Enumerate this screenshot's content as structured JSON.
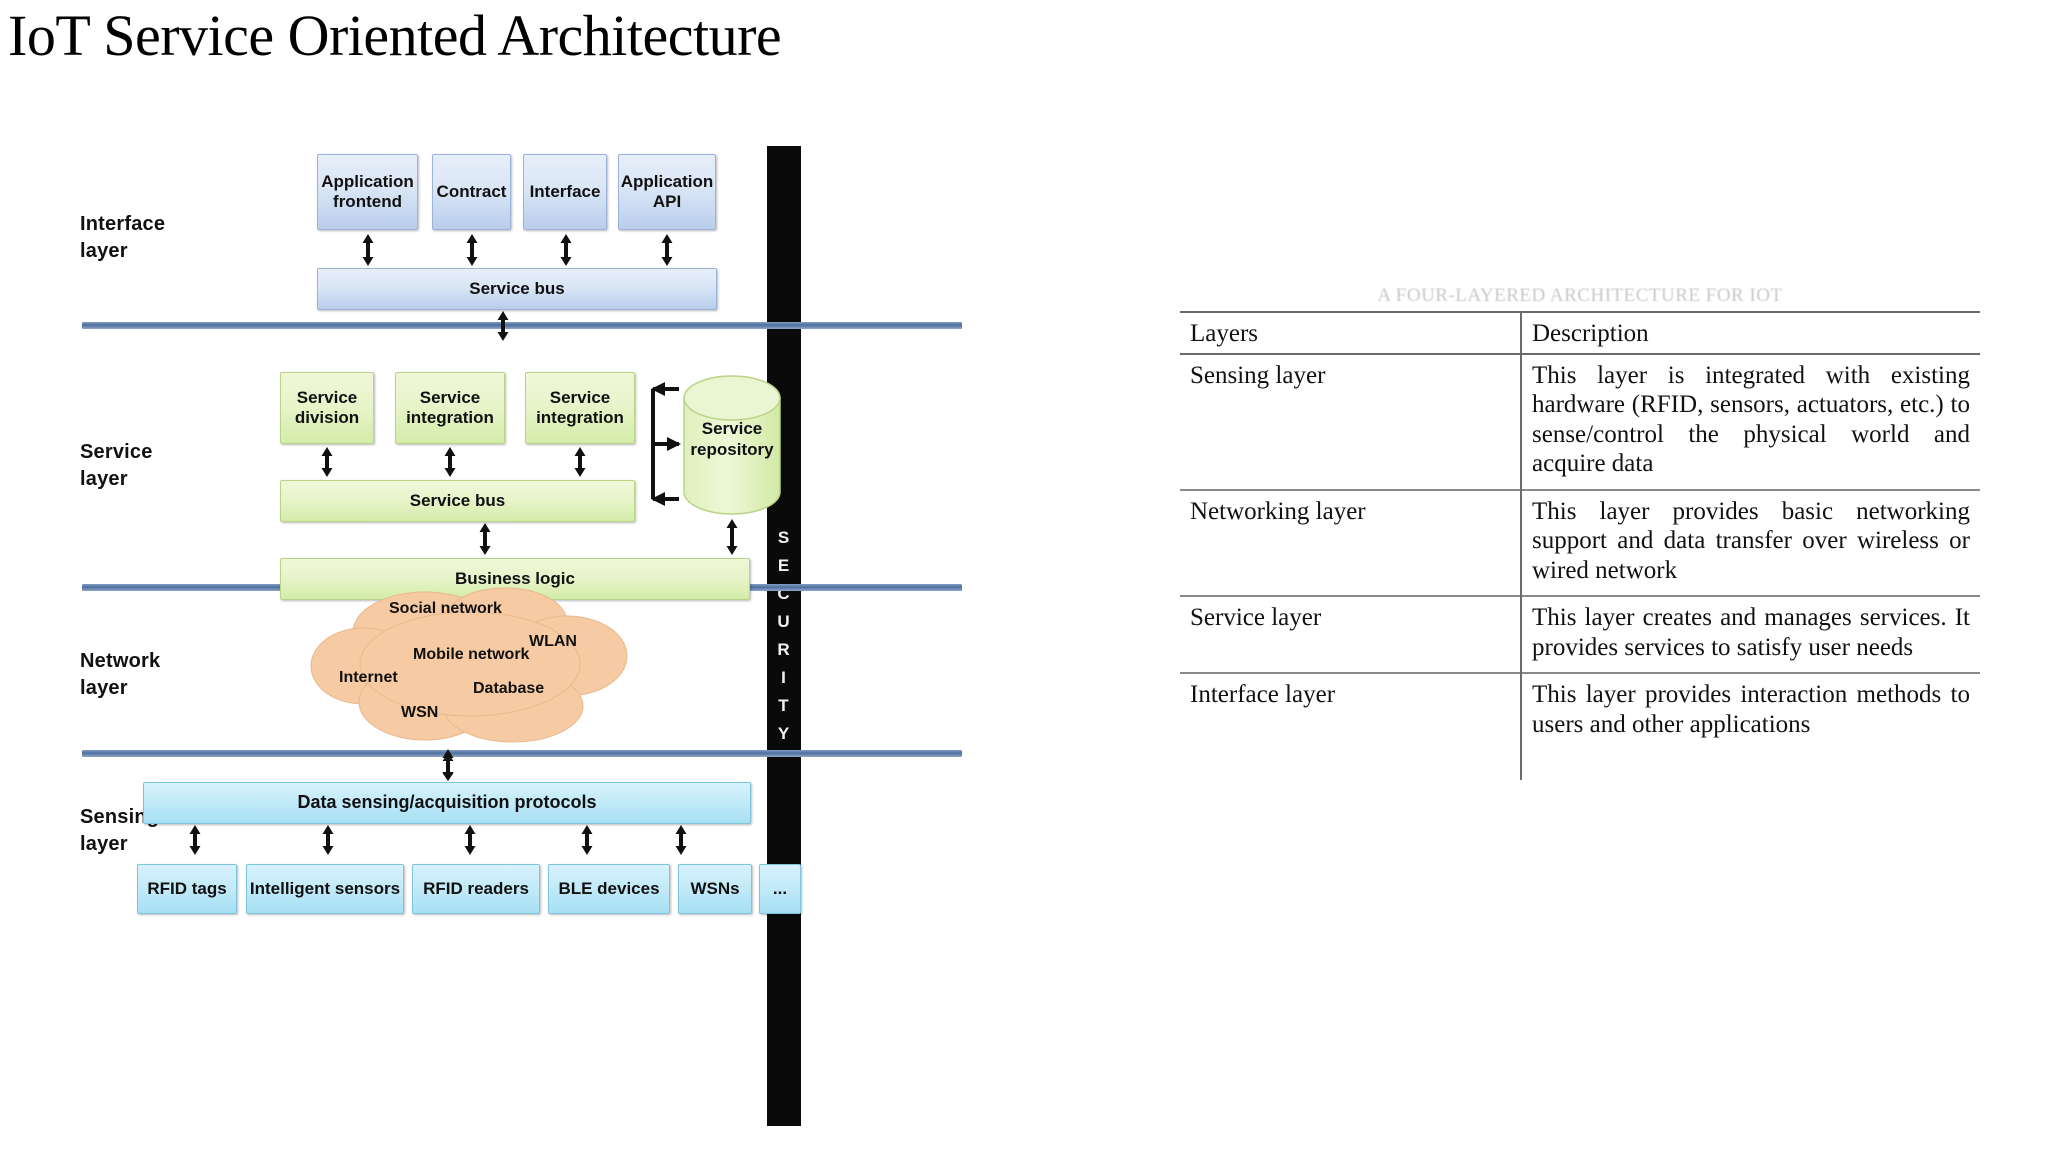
{
  "title": "IoT Service Oriented Architecture",
  "diagram": {
    "security_label": "SECURITY",
    "layers": [
      {
        "name": "interface",
        "label_line1": "Interface",
        "label_line2": "layer"
      },
      {
        "name": "service",
        "label_line1": "Service",
        "label_line2": "layer"
      },
      {
        "name": "network",
        "label_line1": "Network",
        "label_line2": "layer"
      },
      {
        "name": "sensing",
        "label_line1": "Sensing",
        "label_line2": "layer"
      }
    ],
    "interface_layer": {
      "boxes": [
        {
          "line1": "Application",
          "line2": "frontend"
        },
        {
          "line1": "Contract",
          "line2": ""
        },
        {
          "line1": "Interface",
          "line2": ""
        },
        {
          "line1": "Application",
          "line2": "API"
        }
      ],
      "bus": "Service bus"
    },
    "service_layer": {
      "boxes": [
        {
          "line1": "Service",
          "line2": "division"
        },
        {
          "line1": "Service",
          "line2": "integration"
        },
        {
          "line1": "Service",
          "line2": "integration"
        }
      ],
      "bus": "Service bus",
      "business_logic": "Business logic",
      "repository_line1": "Service",
      "repository_line2": "repository"
    },
    "network_layer": {
      "cloud_items": [
        "Social network",
        "WLAN",
        "Mobile network",
        "Internet",
        "Database",
        "WSN"
      ]
    },
    "sensing_layer": {
      "protocols": "Data sensing/acquisition protocols",
      "devices": [
        "RFID tags",
        "Intelligent sensors",
        "RFID readers",
        "BLE devices",
        "WSNs",
        "..."
      ]
    },
    "colors": {
      "interface_box": "#c9d9f0",
      "service_box": "#e2f2c1",
      "sensing_box": "#bfe9f8",
      "cloud": "#f5cba7",
      "security_bar": "#0a0a0a",
      "divider": "#4f6f9e"
    }
  },
  "table": {
    "caption": "A FOUR-LAYERED ARCHITECTURE FOR IOT",
    "headers": [
      "Layers",
      "Description"
    ],
    "rows": [
      {
        "layer": "Sensing layer",
        "description": "This layer is integrated with existing hardware (RFID, sensors, actuators, etc.) to sense/control the physical world and acquire data"
      },
      {
        "layer": "Networking layer",
        "description": "This layer provides basic networking support and data transfer over wireless or wired network"
      },
      {
        "layer": "Service layer",
        "description": "This layer creates and manages services. It provides services to satisfy user needs"
      },
      {
        "layer": "Interface layer",
        "description": "This layer provides interaction methods to users and other applications"
      }
    ]
  }
}
